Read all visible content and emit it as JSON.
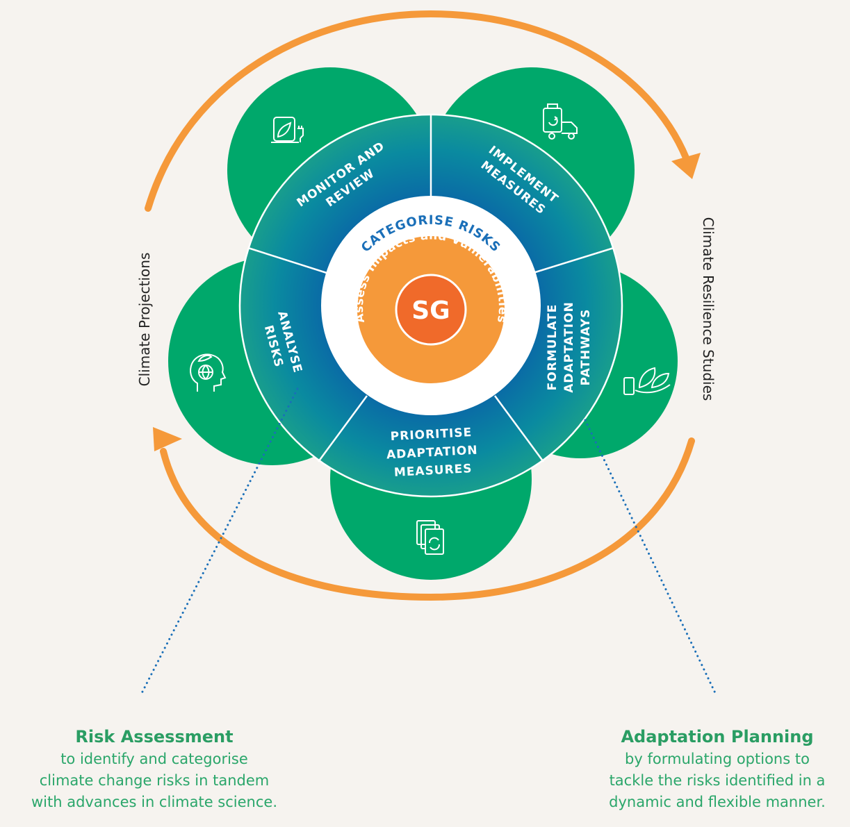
{
  "cycle": {
    "center": "SG",
    "inner_ring_text": "Assess Impacts and Vulnerabilities",
    "ring_text": "CATEGORISE RISKS",
    "segments": {
      "monitor": [
        "MONITOR AND",
        "REVIEW"
      ],
      "implement": [
        "IMPLEMENT",
        "MEASURES"
      ],
      "formulate": [
        "FORMULATE",
        "ADAPTATION",
        "PATHWAYS"
      ],
      "prioritise": [
        "PRIORITISE",
        "ADAPTATION",
        "MEASURES"
      ],
      "analyse": [
        "ANALYSE",
        "RISKS"
      ]
    },
    "left_label": "Climate Projections",
    "right_label": "Climate Resilience Studies"
  },
  "icons": [
    "plant-plug-icon",
    "recycle-truck-icon",
    "phone-leaf-icon",
    "document-refresh-icon",
    "head-globe-icon"
  ],
  "captions": {
    "left": {
      "title": "Risk Assessment",
      "body": "to identify and categorise\nclimate change risks in tandem\nwith advances in climate science."
    },
    "right": {
      "title": "Adaptation Planning",
      "body": "by formulating options to\ntackle the risks identified in a\ndynamic and flexible manner."
    }
  },
  "colors": {
    "background": "#f6f3ef",
    "petal_green": "#00a86b",
    "ring_teal": "#0a8a9a",
    "orange": "#f5993a",
    "center_orange": "#f06a2a",
    "blue_text": "#1a6fb8",
    "caption_green": "#2a9d63"
  }
}
